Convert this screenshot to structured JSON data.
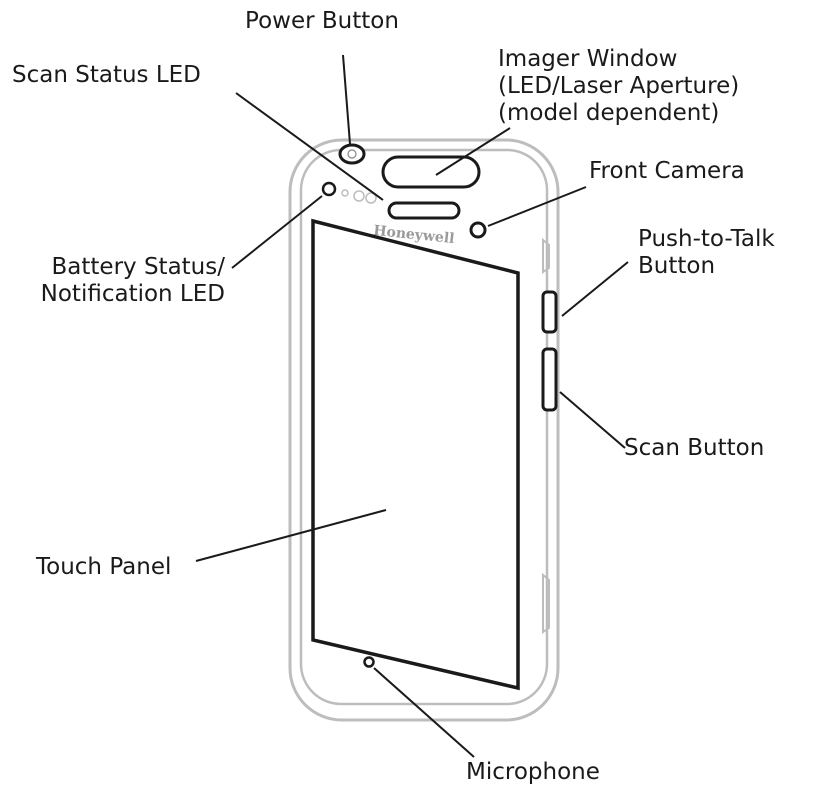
{
  "labels": {
    "power_button": "Power Button",
    "scan_status_led": "Scan Status LED",
    "imager_window": [
      "Imager Window",
      "(LED/Laser Aperture)",
      "(model dependent)"
    ],
    "front_camera": "Front Camera",
    "battery_status_led": [
      "Battery Status/",
      "Notification LED"
    ],
    "push_to_talk": [
      "Push-to-Talk",
      "Button"
    ],
    "scan_button": "Scan Button",
    "touch_panel": "Touch Panel",
    "microphone": "Microphone"
  },
  "device": {
    "brand": "Honeywell"
  },
  "colors": {
    "outline": "#1a1a1a",
    "body_gray": "#bdbdbd",
    "leader": "#1a1a1a"
  }
}
